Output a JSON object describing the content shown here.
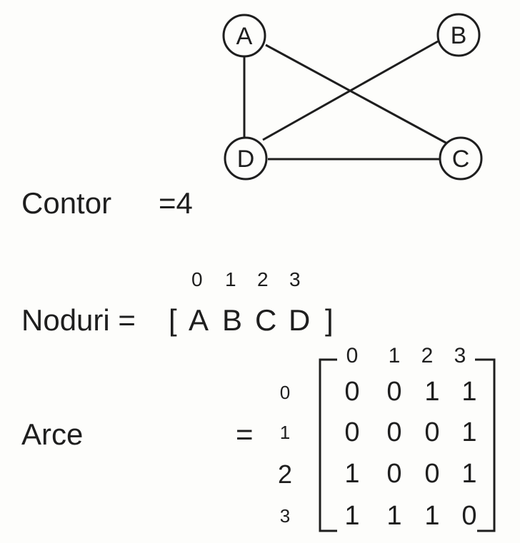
{
  "graph": {
    "nodes": [
      "A",
      "B",
      "C",
      "D"
    ],
    "edges": [
      [
        "A",
        "C"
      ],
      [
        "A",
        "D"
      ],
      [
        "B",
        "D"
      ],
      [
        "D",
        "C"
      ]
    ]
  },
  "contor": {
    "label": "Contor",
    "value": "=4"
  },
  "noduri": {
    "indices": [
      "0",
      "1",
      "2",
      "3"
    ],
    "label": "Noduri =",
    "open_bracket": "[",
    "items": [
      "A",
      "B",
      "C",
      "D"
    ],
    "close_bracket": "]"
  },
  "arce": {
    "label": "Arce",
    "equals": "=",
    "col_indices": [
      "0",
      "1",
      "2",
      "3"
    ],
    "row_indices": [
      "0",
      "1",
      "2",
      "3"
    ],
    "matrix": [
      [
        "0",
        "0",
        "1",
        "1"
      ],
      [
        "0",
        "0",
        "0",
        "1"
      ],
      [
        "1",
        "0",
        "0",
        "1"
      ],
      [
        "1",
        "1",
        "1",
        "0"
      ]
    ]
  }
}
